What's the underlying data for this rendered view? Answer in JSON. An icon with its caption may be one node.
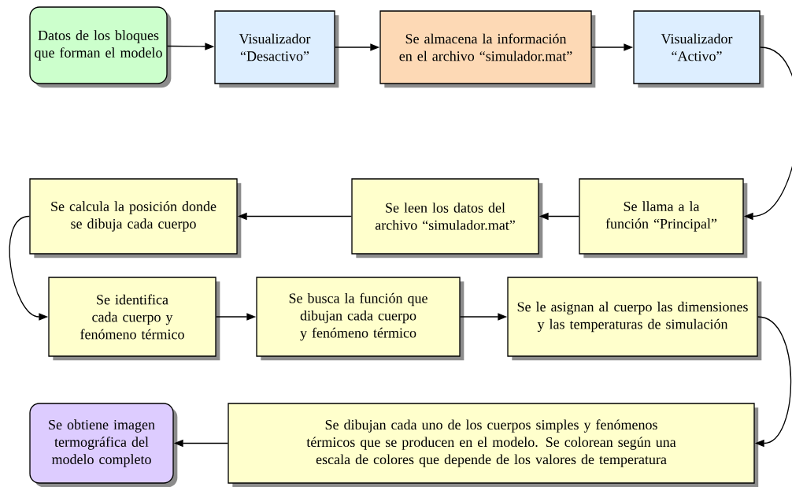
{
  "diagram": {
    "nodes": [
      {
        "text": [
          "Datos de los bloques que forman el modelo"
        ]
      },
      {
        "text": [
          "Visualizador “Desactivo”"
        ]
      },
      {
        "text": [
          "Se almacena la información en el archivo “simulador.mat”"
        ]
      },
      {
        "text": [
          "Visualizador “Activo”"
        ]
      },
      {
        "text": [
          "Se llama a la función “Principal”"
        ]
      },
      {
        "text": [
          "Se leen los datos del archivo “simulador.mat”"
        ]
      },
      {
        "text": [
          "Se calcula la posición donde se dibuja cada cuerpo"
        ]
      },
      {
        "text": [
          "Se identifica cada cuerpo y fenómeno térmico"
        ]
      },
      {
        "text": [
          "Se busca la función que dibujan cada cuerpo y fenómeno térmico"
        ]
      },
      {
        "text": [
          "Se le asignan al cuerpo las dimensiones y las temperaturas de simulación"
        ]
      },
      {
        "text": [
          "Se dibujan cada uno de los cuerpos simples y fenómenos térmicos que se producen en el modelo. Se colorean según una escala de colores que depende de los valores de temperatura"
        ]
      },
      {
        "text": [
          "Se obtiene imagen termográfica del modelo completo"
        ]
      }
    ],
    "edges": [
      {
        "from": 0,
        "to": 1,
        "arrow": "to"
      },
      {
        "from": 1,
        "to": 2,
        "arrow": "to"
      },
      {
        "from": 2,
        "to": 3,
        "arrow": "to"
      },
      {
        "from": 3,
        "to": 4,
        "arrow": "to"
      },
      {
        "from": 4,
        "to": 5,
        "arrow": "to"
      },
      {
        "from": 5,
        "to": 6,
        "arrow": "to"
      },
      {
        "from": 6,
        "to": 7,
        "arrow": "to"
      },
      {
        "from": 7,
        "to": 8,
        "arrow": "to"
      },
      {
        "from": 8,
        "to": 9,
        "arrow": "to"
      },
      {
        "from": 9,
        "to": 10,
        "arrow": "to"
      },
      {
        "from": 10,
        "to": 11,
        "arrow": "to"
      }
    ]
  }
}
